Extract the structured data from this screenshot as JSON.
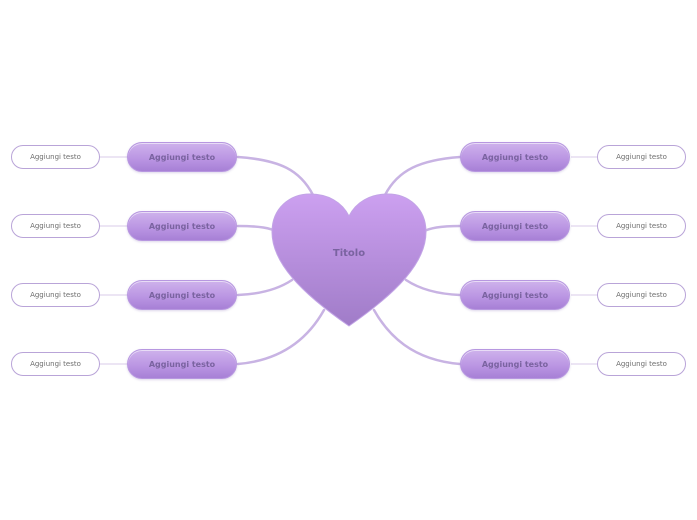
{
  "central": {
    "title": "Titolo"
  },
  "colors": {
    "heart_top": "#cca0f0",
    "heart_bottom": "#a07cc8",
    "branch": "#bb96e3",
    "connector": "#c8b3e3",
    "leaf_border": "#b9a4d8"
  },
  "left_branches": [
    {
      "label": "Aggiungi testo",
      "leaf": "Aggiungi testo"
    },
    {
      "label": "Aggiungi testo",
      "leaf": "Aggiungi testo"
    },
    {
      "label": "Aggiungi testo",
      "leaf": "Aggiungi testo"
    },
    {
      "label": "Aggiungi testo",
      "leaf": "Aggiungi testo"
    }
  ],
  "right_branches": [
    {
      "label": "Aggiungi testo",
      "leaf": "Aggiungi testo"
    },
    {
      "label": "Aggiungi testo",
      "leaf": "Aggiungi testo"
    },
    {
      "label": "Aggiungi testo",
      "leaf": "Aggiungi testo"
    },
    {
      "label": "Aggiungi testo",
      "leaf": "Aggiungi testo"
    }
  ]
}
